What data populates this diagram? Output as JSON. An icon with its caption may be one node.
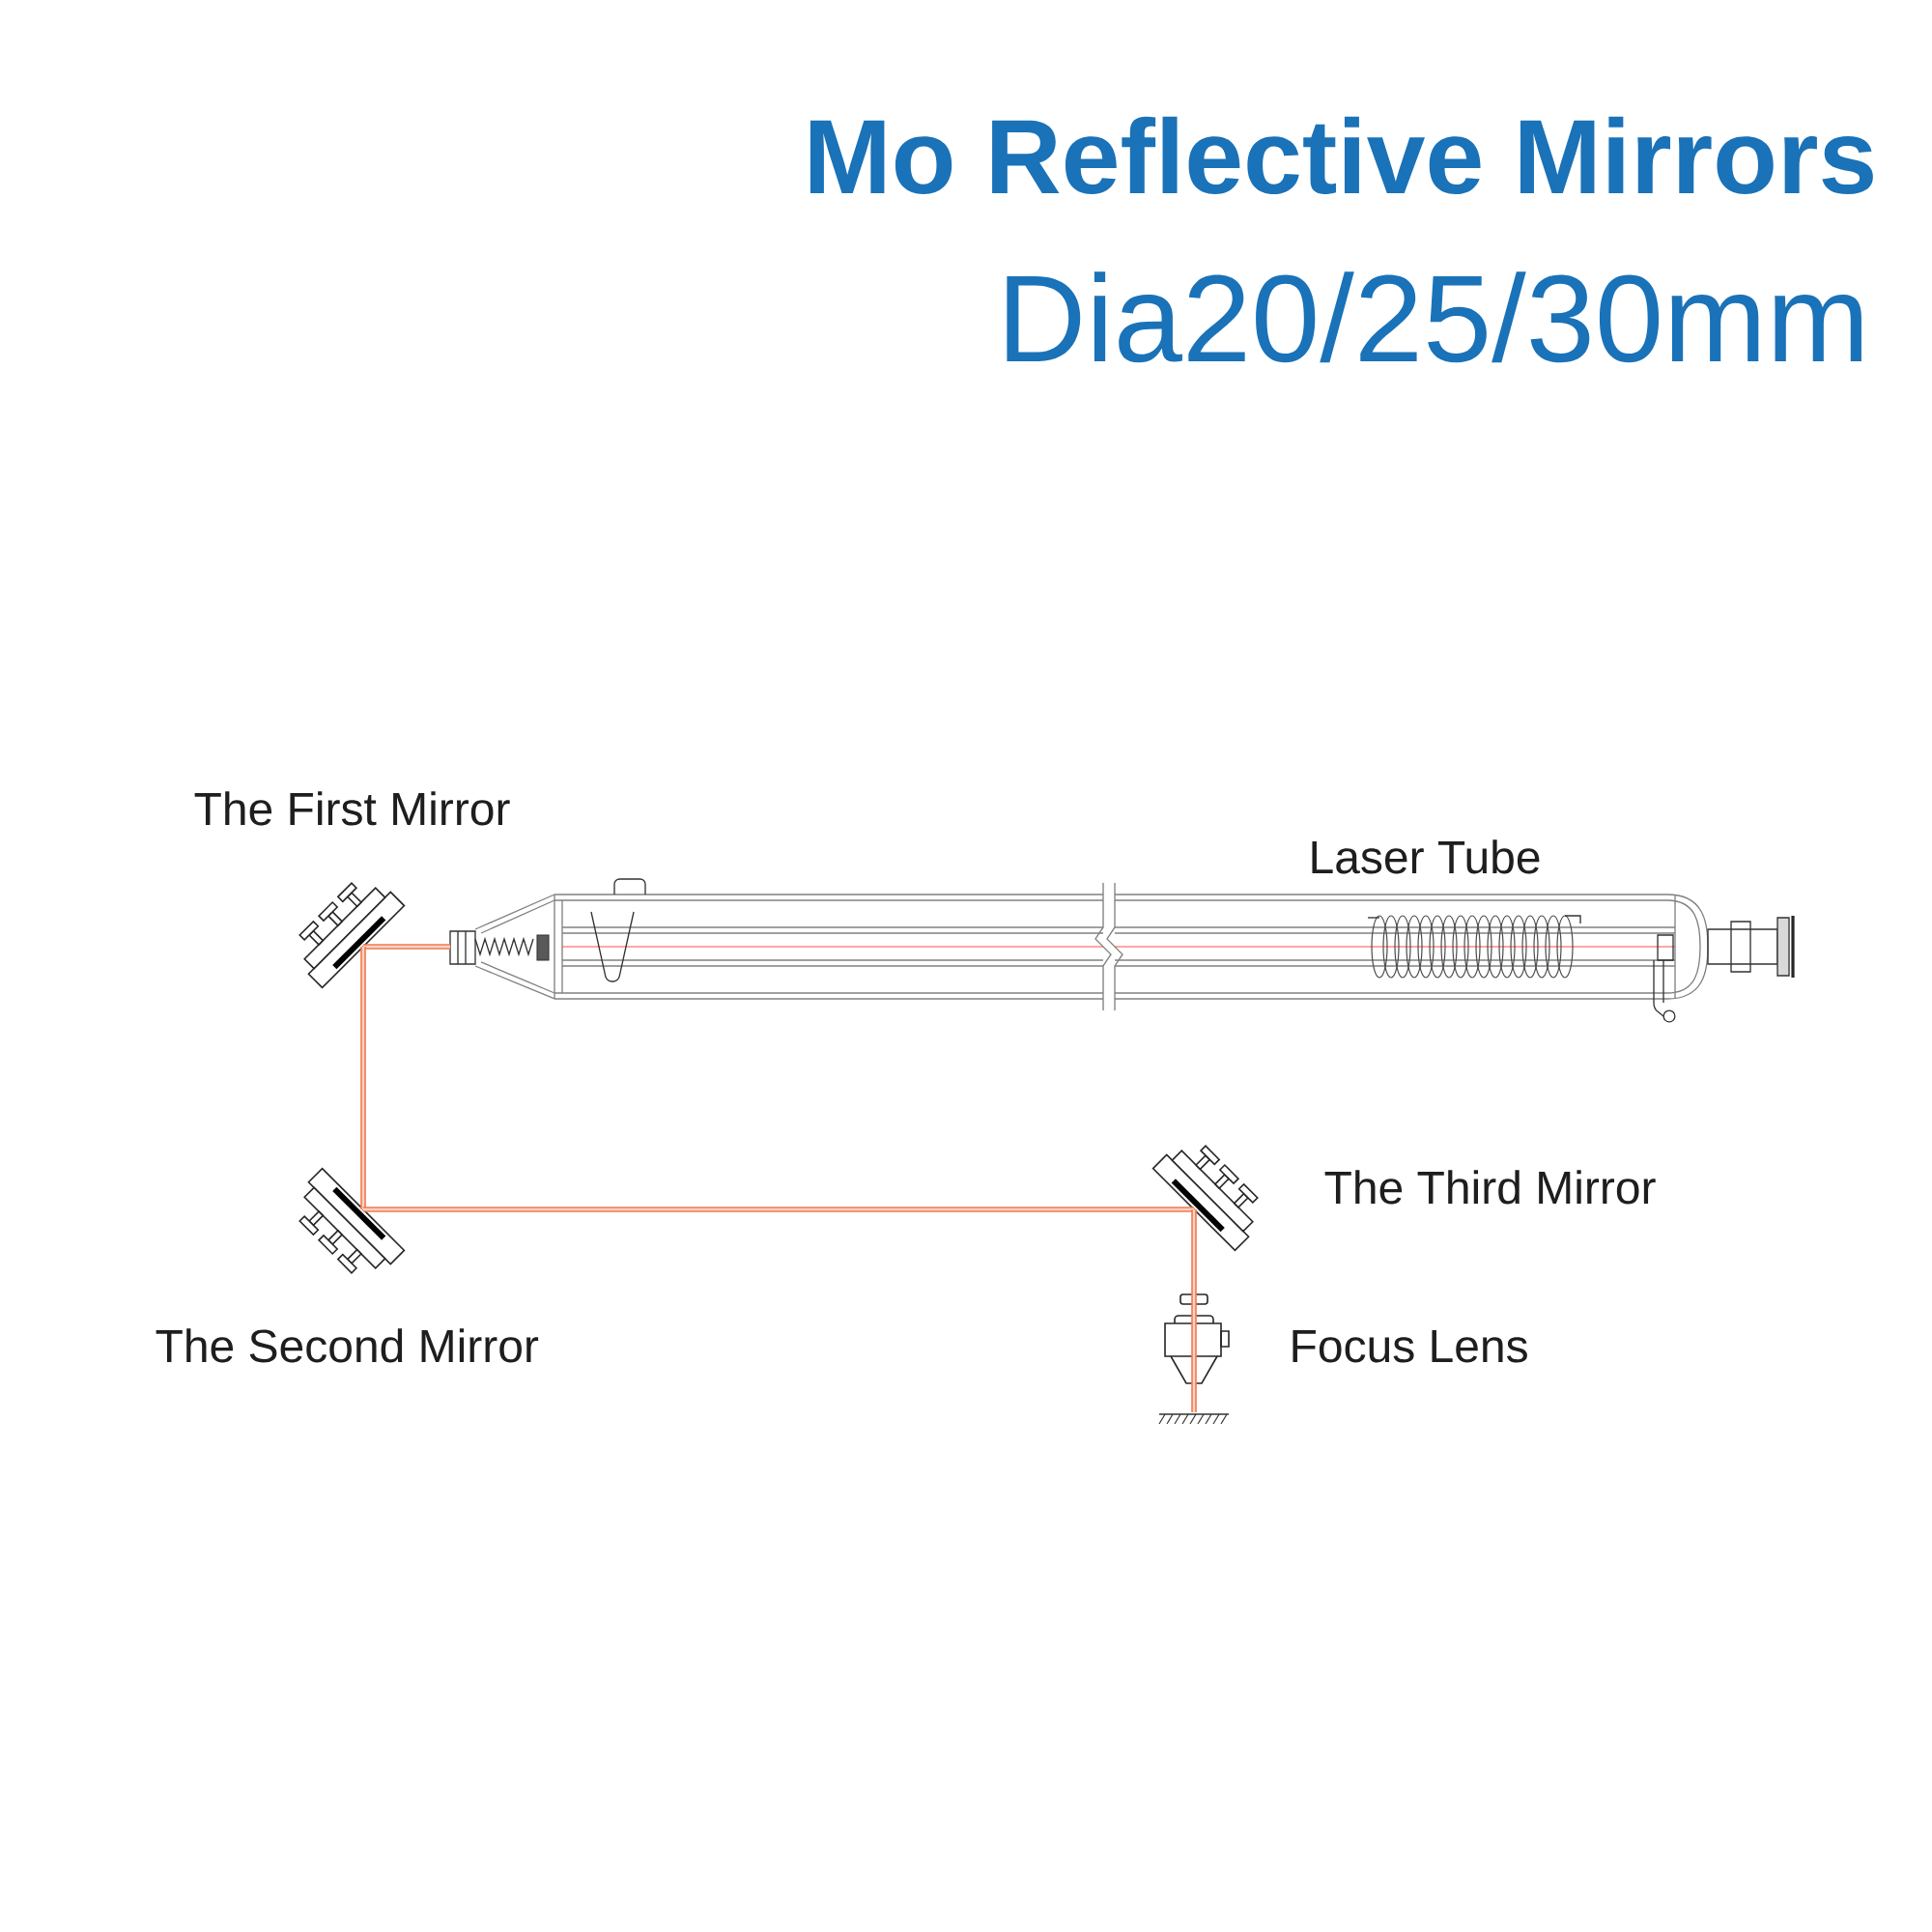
{
  "diagram": {
    "title": "Mo Reflective Mirrors",
    "nodes": [
      {
        "text": [],
        "shape": "picture",
        "beside": [
          "The First Mirror"
        ]
      },
      {
        "text": [],
        "shape": "picture",
        "beside": [
          "Laser Tube"
        ]
      },
      {
        "text": [],
        "shape": "picture",
        "beside": [
          "The Second Mirror"
        ]
      },
      {
        "text": [],
        "shape": "picture",
        "beside": [
          "The Third Mirror"
        ]
      },
      {
        "text": [],
        "shape": "picture",
        "beside": [
          "Focus Lens"
        ]
      },
      {
        "text": [],
        "shape": "picture"
      }
    ],
    "edges": [
      {
        "from": 1,
        "to": 0,
        "arrow": "none"
      },
      {
        "from": 0,
        "to": 2,
        "arrow": "none"
      },
      {
        "from": 2,
        "to": 3,
        "arrow": "none"
      },
      {
        "from": 3,
        "to": 4,
        "arrow": "none"
      },
      {
        "from": 4,
        "to": 5,
        "arrow": "none"
      }
    ],
    "labels": [
      "Dia20/25/30mm"
    ]
  }
}
